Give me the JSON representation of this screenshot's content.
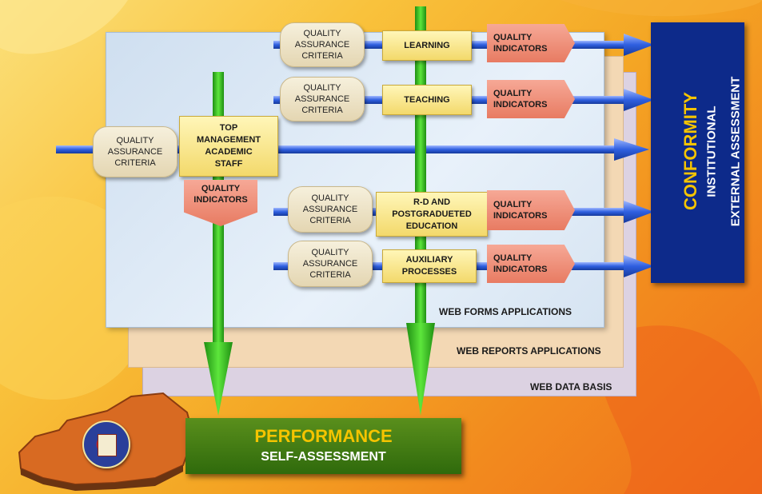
{
  "layers": {
    "forms": "WEB  FORMS APPLICATIONS",
    "reports": "WEB REPORTS APPLICATIONS",
    "data": "WEB  DATA BASIS"
  },
  "criteria": {
    "line1": "QUALITY",
    "line2": "ASSURANCE",
    "line3": "CRITERIA"
  },
  "indicators": {
    "line1": "QUALITY",
    "line2": "INDICATORS"
  },
  "processes": {
    "learning": "LEARNING",
    "teaching": "TEACHING",
    "rd_line1": "R-D  AND",
    "rd_line2": "POSTGRADUETED",
    "rd_line3": "EDUCATION",
    "aux_line1": "AUXILIARY",
    "aux_line2": "PROCESSES"
  },
  "top_management": {
    "line1": "TOP",
    "line2": "MANAGEMENT",
    "line3": "ACADEMIC",
    "line4": "STAFF"
  },
  "conformity": {
    "title": "CONFORMITY",
    "line1": "INSTITUTIONAL",
    "line2": "EXTERNAL  ASSESSMENT"
  },
  "performance": {
    "title": "PERFORMANCE",
    "subtitle": "SELF-ASSESSMENT"
  },
  "colors": {
    "conformity_bg": "#0d2a8a",
    "conformity_title": "#f5c400",
    "performance_title": "#f5c400",
    "arrow_blue": "#2f5fe0",
    "arrow_green": "#2fc21a"
  }
}
